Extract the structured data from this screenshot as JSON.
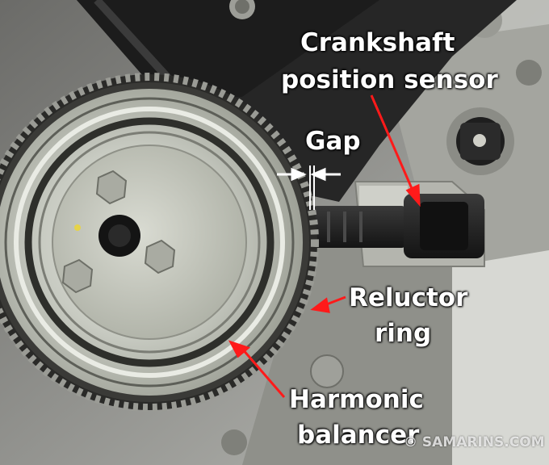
{
  "labels": {
    "crankshaft_line1": "Crankshaft",
    "crankshaft_line2": "position sensor",
    "gap": "Gap",
    "reluctor_line1": "Reluctor",
    "reluctor_line2": "ring",
    "harmonic_line1": "Harmonic",
    "harmonic_line2": "balancer"
  },
  "watermark": "© SAMARINS.COM",
  "colors": {
    "arrow": "#ff1a1a",
    "label_text": "#ffffff",
    "engine_block": "#2b2b2b",
    "pulley_metal": "#c9ccc4"
  }
}
